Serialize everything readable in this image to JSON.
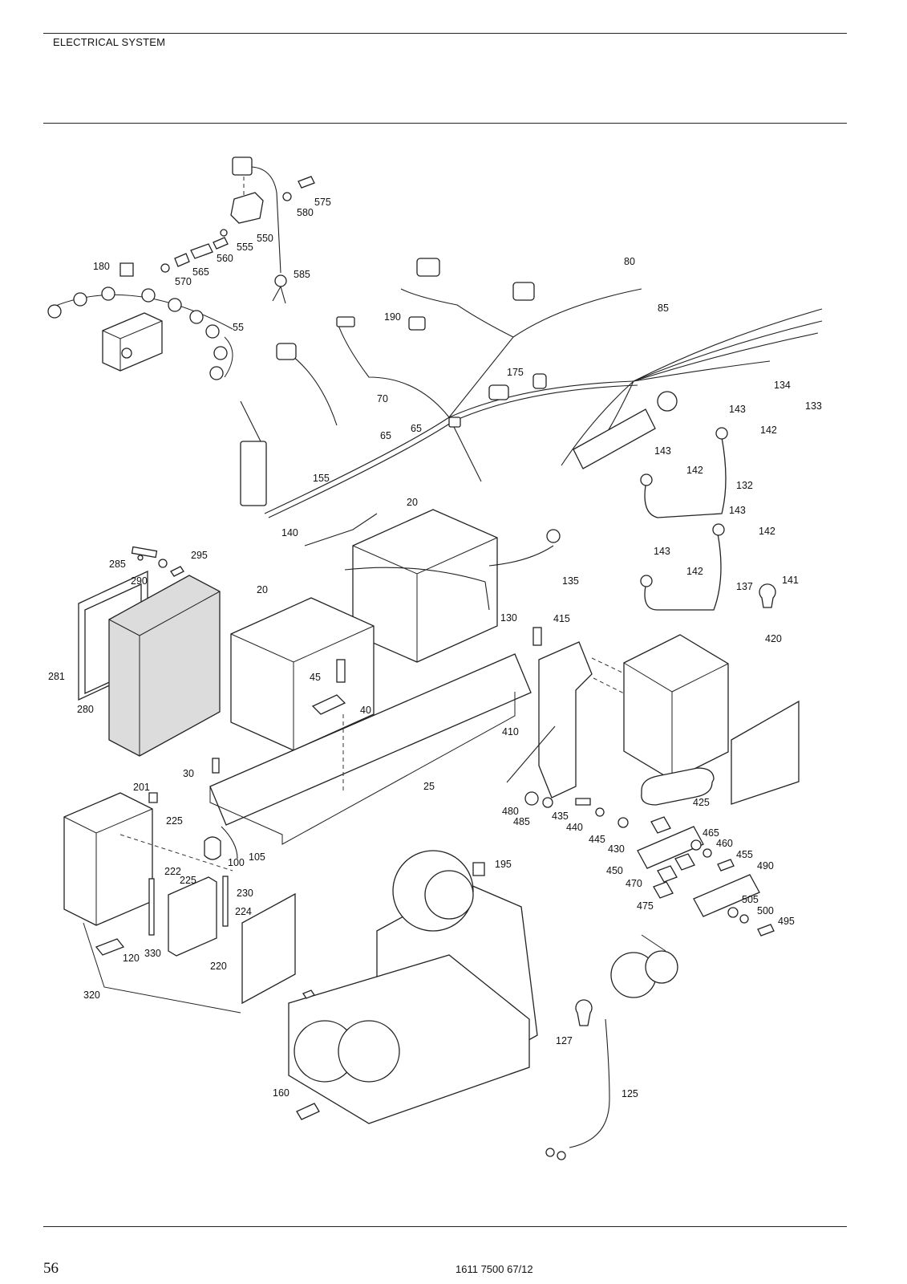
{
  "header": {
    "section_title": "ELECTRICAL SYSTEM"
  },
  "footer": {
    "page_number": "56",
    "document_number": "1611 7500 67/12"
  },
  "callouts": [
    "575",
    "580",
    "550",
    "555",
    "560",
    "565",
    "570",
    "180",
    "585",
    "80",
    "85",
    "190",
    "55",
    "175",
    "134",
    "133",
    "143",
    "142",
    "70",
    "65",
    "155",
    "132",
    "20",
    "140",
    "285",
    "295",
    "290",
    "135",
    "141",
    "137",
    "130",
    "415",
    "420",
    "281",
    "45",
    "40",
    "280",
    "410",
    "30",
    "25",
    "201",
    "225",
    "480",
    "485",
    "435",
    "440",
    "465",
    "445",
    "430",
    "460",
    "455",
    "105",
    "100",
    "450",
    "490",
    "222",
    "230",
    "470",
    "475",
    "505",
    "500",
    "495",
    "224",
    "120",
    "330",
    "220",
    "320",
    "127",
    "160",
    "125",
    "195"
  ]
}
